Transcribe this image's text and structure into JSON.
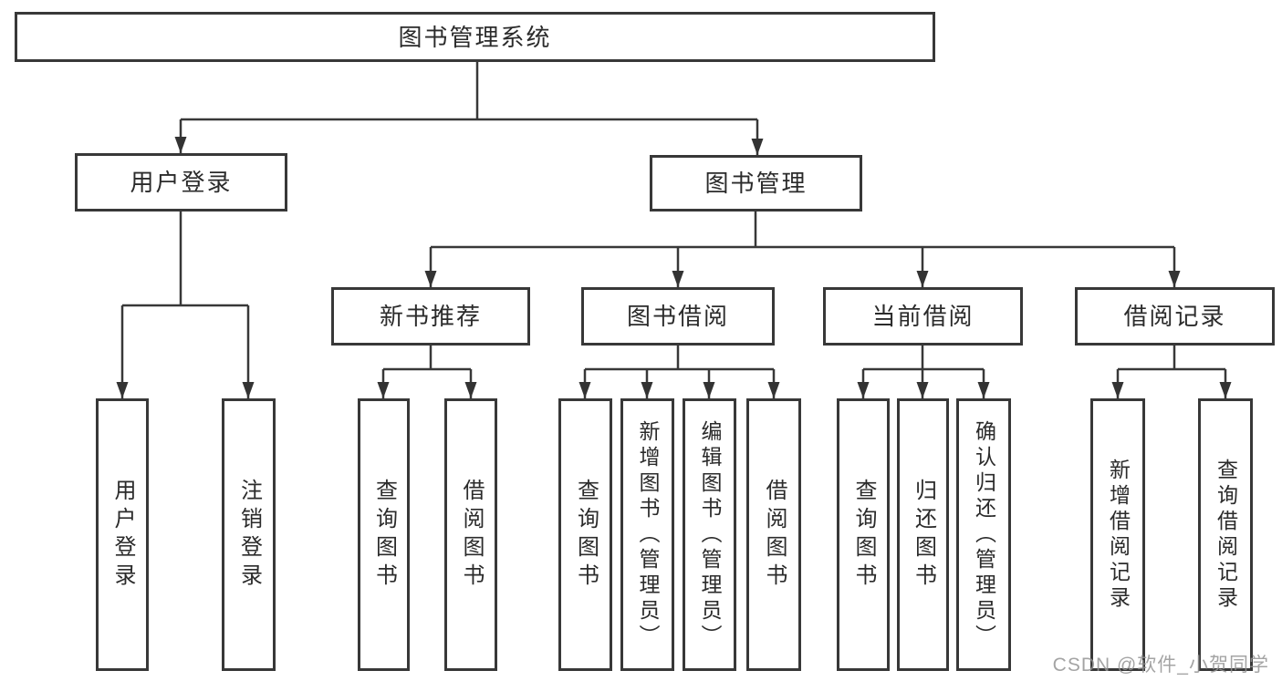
{
  "watermark": "CSDN @软件_小贺同学",
  "nodes": {
    "root": "图书管理系统",
    "user_login": "用户登录",
    "book_mgmt": "图书管理",
    "new_book_rec": "新书推荐",
    "book_borrow": "图书借阅",
    "current_borrow": "当前借阅",
    "borrow_record": "借阅记录",
    "user_login_children": [
      "用户登录",
      "注销登录"
    ],
    "new_book_rec_children": [
      "查询图书",
      "借阅图书"
    ],
    "book_borrow_children": [
      "查询图书",
      "新增图书（管理员）",
      "编辑图书（管理员）",
      "借阅图书"
    ],
    "current_borrow_children": [
      "查询图书",
      "归还图书",
      "确认归还（管理员）"
    ],
    "borrow_record_children": [
      "新增借阅记录",
      "查询借阅记录"
    ]
  }
}
